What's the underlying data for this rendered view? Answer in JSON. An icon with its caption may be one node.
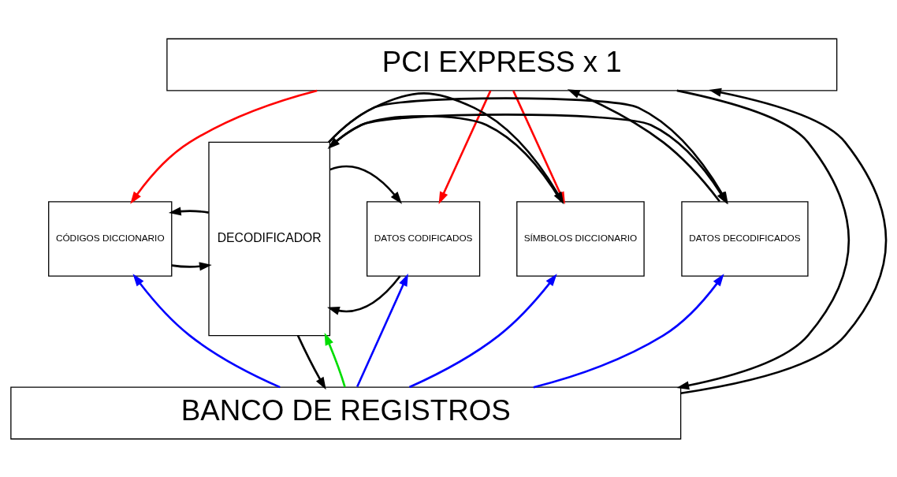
{
  "diagram": {
    "nodes": [
      {
        "text": [
          "PCI EXPRESS x 1"
        ]
      },
      {
        "text": [
          "CÓDIGOS DICCIONARIO"
        ]
      },
      {
        "text": [
          "SÍMBOLOS DICCIONARIO"
        ]
      },
      {
        "text": [
          "DATOS CODIFICADOS"
        ]
      },
      {
        "text": [
          "DECODIFICADOR"
        ]
      },
      {
        "text": [
          "DATOS DECODIFICADOS"
        ]
      },
      {
        "text": [
          "BANCO DE REGISTROS"
        ]
      }
    ],
    "edges": [
      {
        "from": 0,
        "to": 1,
        "arrow": "to",
        "color": "#ff0000"
      },
      {
        "from": 0,
        "to": 2,
        "arrow": "to",
        "color": "#ff0000"
      },
      {
        "from": 0,
        "to": 3,
        "arrow": "to",
        "color": "#ff0000"
      },
      {
        "from": 1,
        "to": 4,
        "arrow": "to"
      },
      {
        "from": 4,
        "to": 1,
        "arrow": "to"
      },
      {
        "from": 2,
        "to": 4,
        "arrow": "to"
      },
      {
        "from": 4,
        "to": 2,
        "arrow": "to"
      },
      {
        "from": 3,
        "to": 4,
        "arrow": "to"
      },
      {
        "from": 4,
        "to": 3,
        "arrow": "to"
      },
      {
        "from": 4,
        "to": 5,
        "arrow": "to"
      },
      {
        "from": 4,
        "to": 5,
        "arrow": "to"
      },
      {
        "from": 4,
        "to": 6,
        "arrow": "to"
      },
      {
        "from": 5,
        "to": 0,
        "arrow": "to"
      },
      {
        "from": 6,
        "to": 1,
        "arrow": "to",
        "color": "#0000ff"
      },
      {
        "from": 6,
        "to": 2,
        "arrow": "to",
        "color": "#0000ff"
      },
      {
        "from": 6,
        "to": 3,
        "arrow": "to",
        "color": "#0000ff"
      },
      {
        "from": 6,
        "to": 4,
        "arrow": "to",
        "color": "#00dd00"
      },
      {
        "from": 6,
        "to": 5,
        "arrow": "to",
        "color": "#0000ff"
      },
      {
        "from": 6,
        "to": 0,
        "arrow": "to"
      },
      {
        "from": 0,
        "to": 6,
        "arrow": "to"
      }
    ]
  }
}
